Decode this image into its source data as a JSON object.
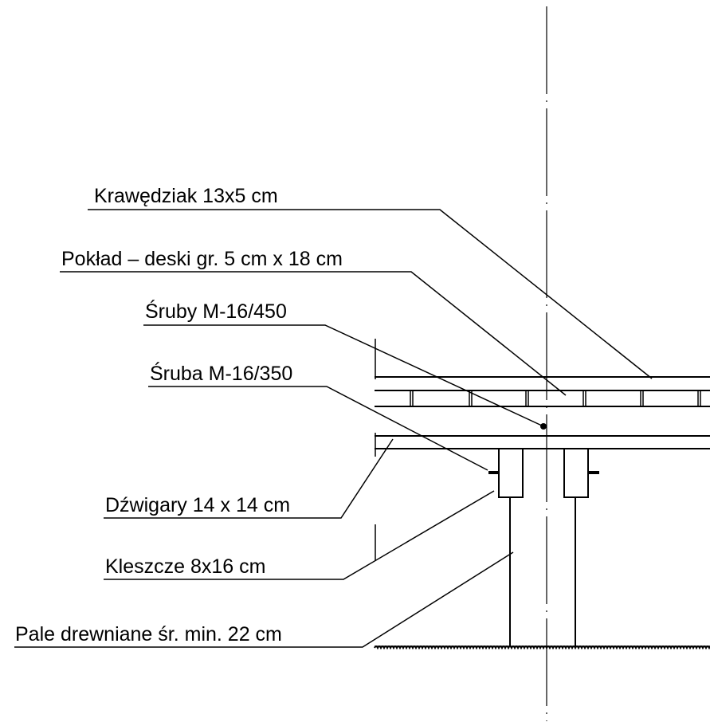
{
  "labels": {
    "krawedziak": "Krawędziak 13x5 cm",
    "poklad": "Pokład – deski gr. 5 cm x 18 cm",
    "sruby": "Śruby M-16/450",
    "sruba": "Śruba M-16/350",
    "dzwigary": "Dźwigary 14 x 14 cm",
    "kleszcze": "Kleszcze 8x16 cm",
    "pale": "Pale drewniane śr. min. 22 cm"
  },
  "colors": {
    "line": "#000000",
    "background": "#ffffff"
  }
}
